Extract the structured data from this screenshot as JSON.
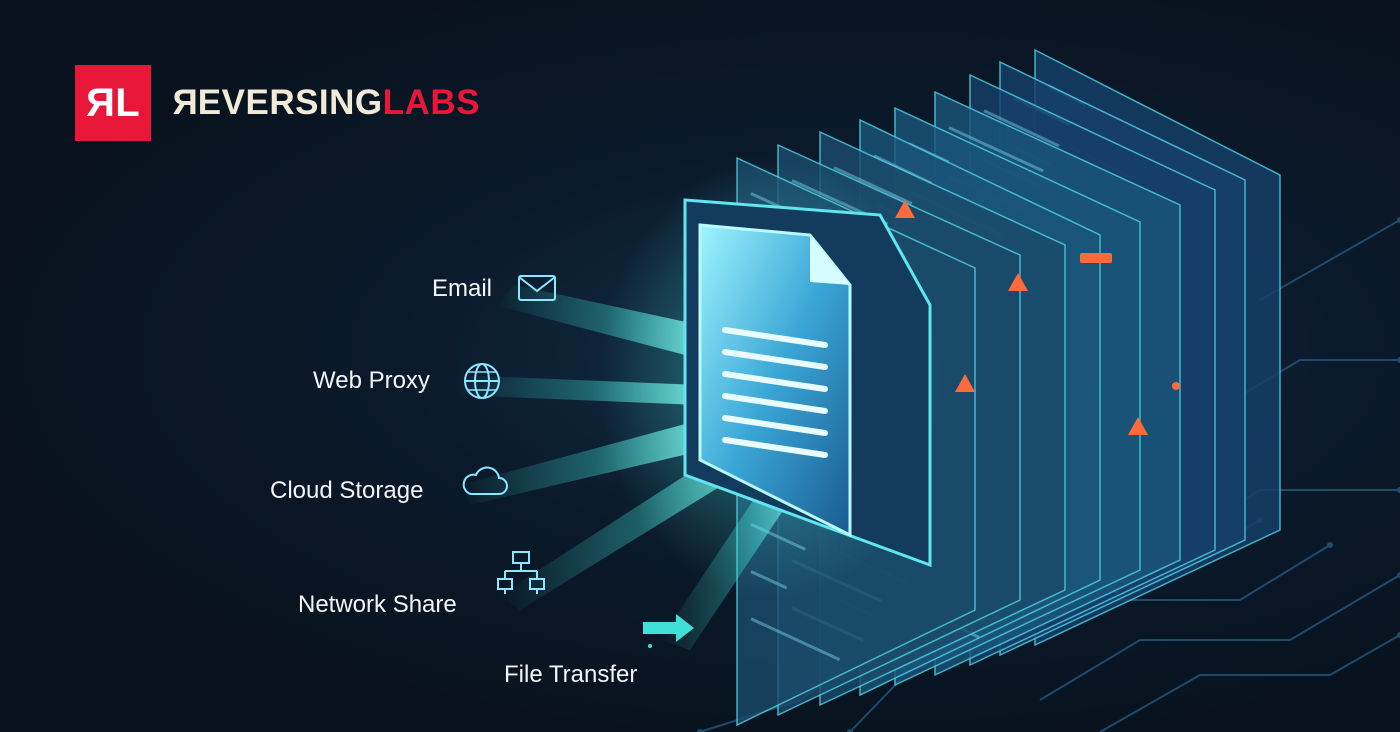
{
  "brand": {
    "badge_first": "R",
    "badge_second": "L",
    "wordmark_first_letter": "R",
    "wordmark_rest": "EVERSING",
    "wordmark_highlight": "LABS",
    "colors": {
      "primary": "#e8173a",
      "wordmark": "#f2ead8"
    }
  },
  "sources": [
    {
      "label": "Email",
      "icon": "envelope-icon"
    },
    {
      "label": "Web Proxy",
      "icon": "globe-icon"
    },
    {
      "label": "Cloud Storage",
      "icon": "cloud-icon"
    },
    {
      "label": "Network Share",
      "icon": "network-icon"
    },
    {
      "label": "File Transfer",
      "icon": "arrow-right-icon"
    }
  ],
  "colors": {
    "background": "#0a1420",
    "beam": "#3fe0d8",
    "panel": "#1d5a86",
    "alert": "#ff6a3d"
  }
}
